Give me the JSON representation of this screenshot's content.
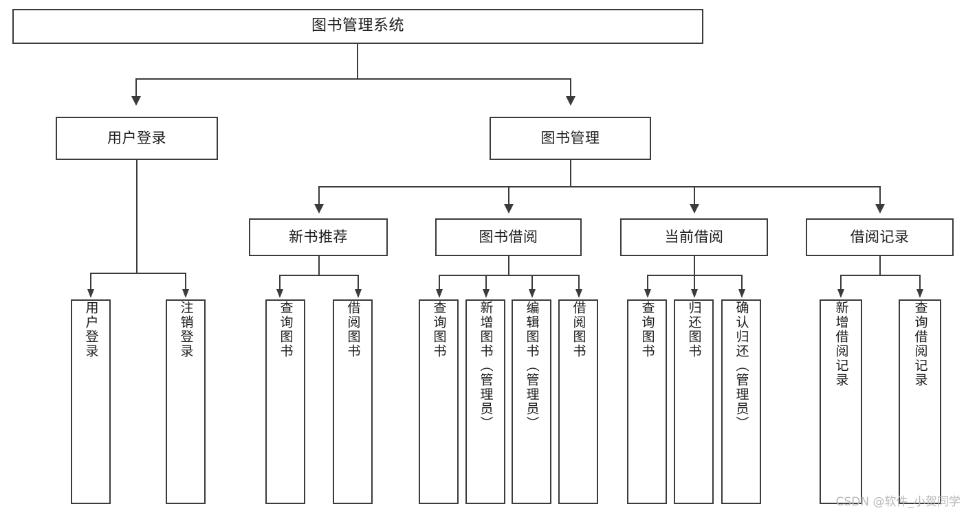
{
  "diagram": {
    "type": "tree-hierarchy",
    "title": "图书管理系统",
    "root": {
      "label": "图书管理系统"
    },
    "level2": [
      {
        "label": "用户登录"
      },
      {
        "label": "图书管理"
      }
    ],
    "level3": [
      {
        "label": "新书推荐"
      },
      {
        "label": "图书借阅"
      },
      {
        "label": "当前借阅"
      },
      {
        "label": "借阅记录"
      }
    ],
    "leaves": {
      "user_login": [
        {
          "label": "用户登录"
        },
        {
          "label": "注销登录"
        }
      ],
      "new_book": [
        {
          "label": "查询图书"
        },
        {
          "label": "借阅图书"
        }
      ],
      "book_borrow": [
        {
          "label": "查询图书"
        },
        {
          "label": "新增图书（管理员）"
        },
        {
          "label": "编辑图书（管理员）"
        },
        {
          "label": "借阅图书"
        }
      ],
      "current_borrow": [
        {
          "label": "查询图书"
        },
        {
          "label": "归还图书"
        },
        {
          "label": "确认归还（管理员）"
        }
      ],
      "borrow_record": [
        {
          "label": "新增借阅记录"
        },
        {
          "label": "查询借阅记录"
        }
      ]
    }
  },
  "watermark": {
    "text": "CSDN @软件_小贺同学"
  },
  "colors": {
    "stroke": "#3b3b3b",
    "background": "#ffffff",
    "text": "#1d1d1d",
    "watermark": "#b8b8b8"
  }
}
